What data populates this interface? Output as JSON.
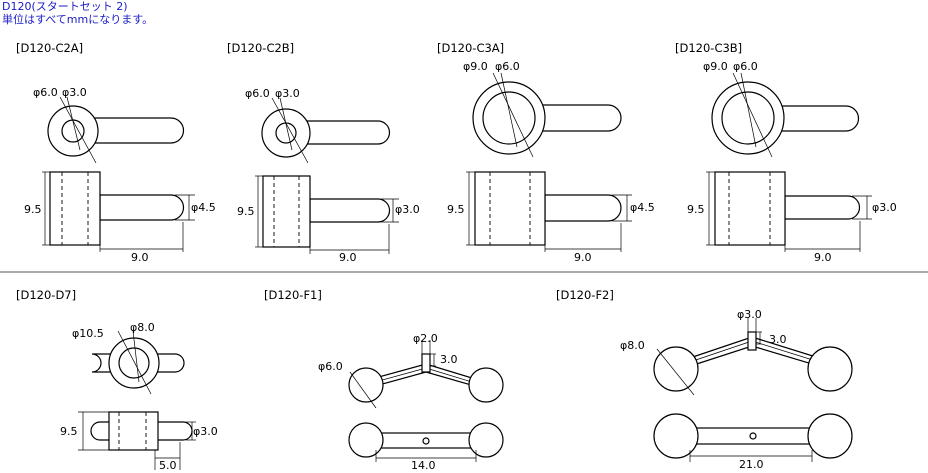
{
  "header": {
    "title": "D120(スタートセット 2)",
    "note": "単位はすべてmmになります。"
  },
  "parts": [
    {
      "id": "c2a",
      "label": "[D120-C2A]",
      "outer_dia": "6.0",
      "inner_dia": "3.0",
      "height": "9.5",
      "shaft": "4.5",
      "length": "9.0"
    },
    {
      "id": "c2b",
      "label": "[D120-C2B]",
      "outer_dia": "6.0",
      "inner_dia": "3.0",
      "height": "9.5",
      "shaft": "3.0",
      "length": "9.0"
    },
    {
      "id": "c3a",
      "label": "[D120-C3A]",
      "outer_dia": "9.0",
      "inner_dia": "6.0",
      "height": "9.5",
      "shaft": "4.5",
      "length": "9.0"
    },
    {
      "id": "c3b",
      "label": "[D120-C3B]",
      "outer_dia": "9.0",
      "inner_dia": "6.0",
      "height": "9.5",
      "shaft": "3.0",
      "length": "9.0"
    },
    {
      "id": "d7",
      "label": "[D120-D7]",
      "outer_dia": "10.5",
      "inner_dia": "8.0",
      "height": "9.5",
      "shaft": "3.0",
      "length": "5.0"
    },
    {
      "id": "f1",
      "label": "[D120-F1]",
      "ball_dia": "6.0",
      "pin_dia": "2.0",
      "pin_len": "3.0",
      "length": "14.0"
    },
    {
      "id": "f2",
      "label": "[D120-F2]",
      "ball_dia": "8.0",
      "pin_dia": "3.0",
      "pin_len": "3.0",
      "length": "21.0"
    }
  ],
  "symbols": {
    "phi": "φ"
  }
}
